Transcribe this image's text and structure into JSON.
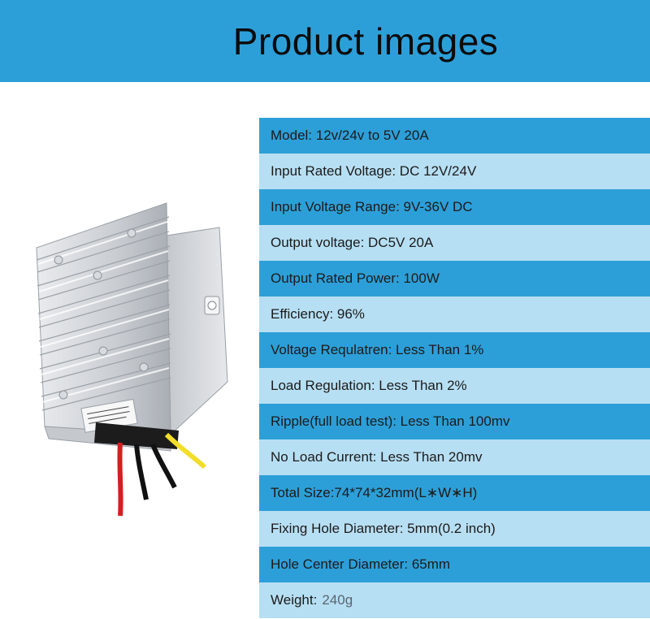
{
  "header": {
    "title": "Product images"
  },
  "specs": [
    {
      "text": "Model: 12v/24v to 5V 20A"
    },
    {
      "text": "Input Rated Voltage: DC 12V/24V"
    },
    {
      "text": "Input Voltage Range: 9V-36V DC"
    },
    {
      "text": "Output voltage: DC5V 20A"
    },
    {
      "text": "Output Rated Power: 100W"
    },
    {
      "text": "Efficiency: 96%"
    },
    {
      "text": "Voltage Requlatren: Less Than 1%"
    },
    {
      "text": "Load Regulation: Less Than 2%"
    },
    {
      "text": "Ripple(full load test): Less Than 100mv"
    },
    {
      "text": "No Load Current: Less Than 20mv"
    },
    {
      "text": "Total Size:74*74*32mm(L∗W∗H)"
    },
    {
      "text": "Fixing Hole Diameter: 5mm(0.2 inch)"
    },
    {
      "text": "Hole Center Diameter: 65mm"
    },
    {
      "text": "Weight:",
      "value": "240g"
    }
  ],
  "product_image": {
    "name": "dc-dc-converter-photo",
    "wire_colors": [
      "#d31f1f",
      "#111111",
      "#111111",
      "#f2de2a"
    ]
  }
}
